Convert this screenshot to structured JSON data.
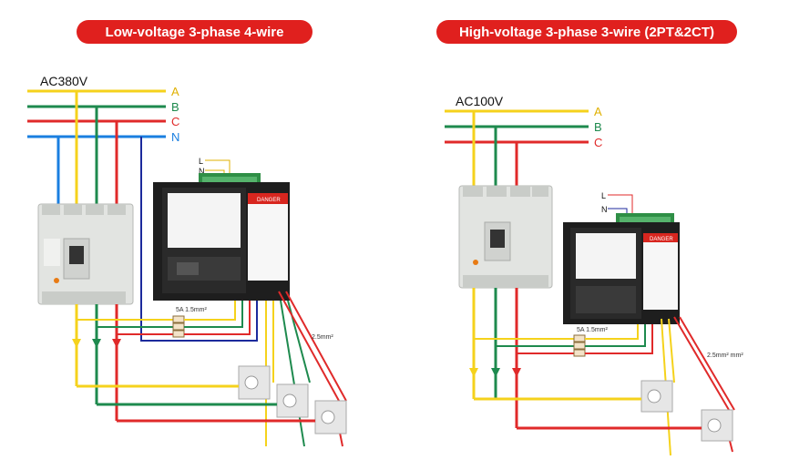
{
  "left": {
    "title": "Low-voltage 3-phase 4-wire",
    "supply": "AC380V",
    "phases": [
      "A",
      "B",
      "C",
      "N"
    ],
    "ln": [
      "L",
      "N"
    ],
    "fuse_label": "5A   1.5mm²",
    "cable_label": "2.5mm²",
    "meter_warning": "DANGER"
  },
  "right": {
    "title": "High-voltage 3-phase 3-wire (2PT&2CT)",
    "supply": "AC100V",
    "phases": [
      "A",
      "B",
      "C"
    ],
    "ln": [
      "L",
      "N"
    ],
    "fuse_label": "5A   1.5mm²",
    "cable_label": "2.5mm²  mm²",
    "meter_warning": "DANGER"
  },
  "colors": {
    "pill": "#e0201e",
    "A": "#f5d21c",
    "B": "#1e8a4e",
    "C": "#e02a2a",
    "N": "#1a7fe0",
    "navy": "#1c2a9c",
    "meter": "#1e1e1e",
    "breaker": "#e2e4e1"
  }
}
